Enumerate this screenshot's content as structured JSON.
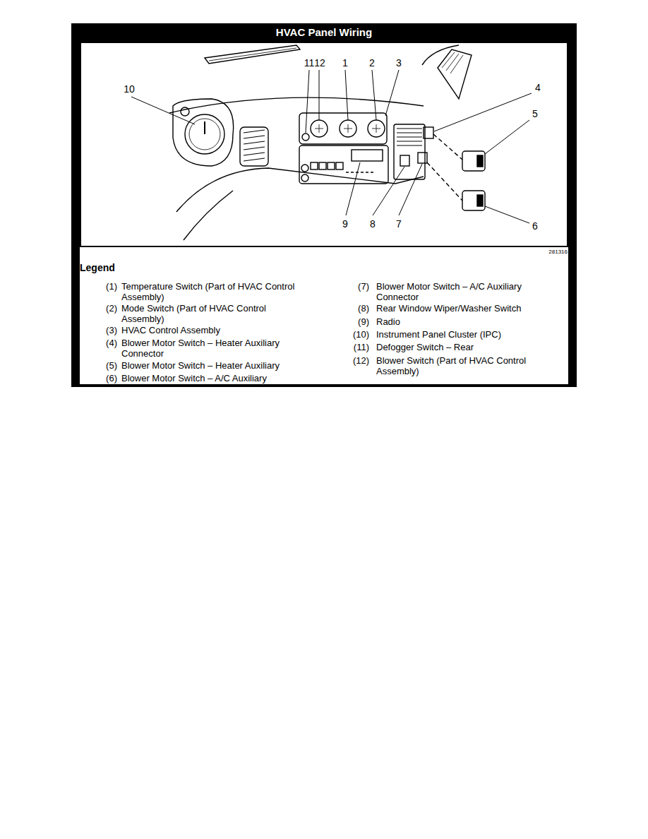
{
  "diagram": {
    "title": "HVAC Panel Wiring",
    "labels": [
      "10",
      "11",
      "12",
      "1",
      "2",
      "3",
      "4",
      "5",
      "6",
      "9",
      "8",
      "7",
      "281316",
      "Legend",
      "(1)",
      "Temperature Switch (Part of HVAC Control Assembly)",
      "(2)",
      "Mode Switch (Part of HVAC Control Assembly)",
      "(3)",
      "HVAC Control Assembly",
      "(4)",
      "Blower Motor Switch – Heater Auxiliary Connector",
      "(5)",
      "Blower Motor Switch – Heater Auxiliary",
      "(6)",
      "Blower Motor Switch – A/C Auxiliary",
      "(7)",
      "Blower Motor Switch – A/C Auxiliary Connector",
      "(8)",
      "Rear Window Wiper/Washer Switch",
      "(9)",
      "Radio",
      "(10)",
      "Instrument Panel Cluster (IPC)",
      "(11)",
      "Defogger Switch – Rear",
      "(12)",
      "Blower Switch (Part of HVAC Control Assembly)"
    ]
  }
}
